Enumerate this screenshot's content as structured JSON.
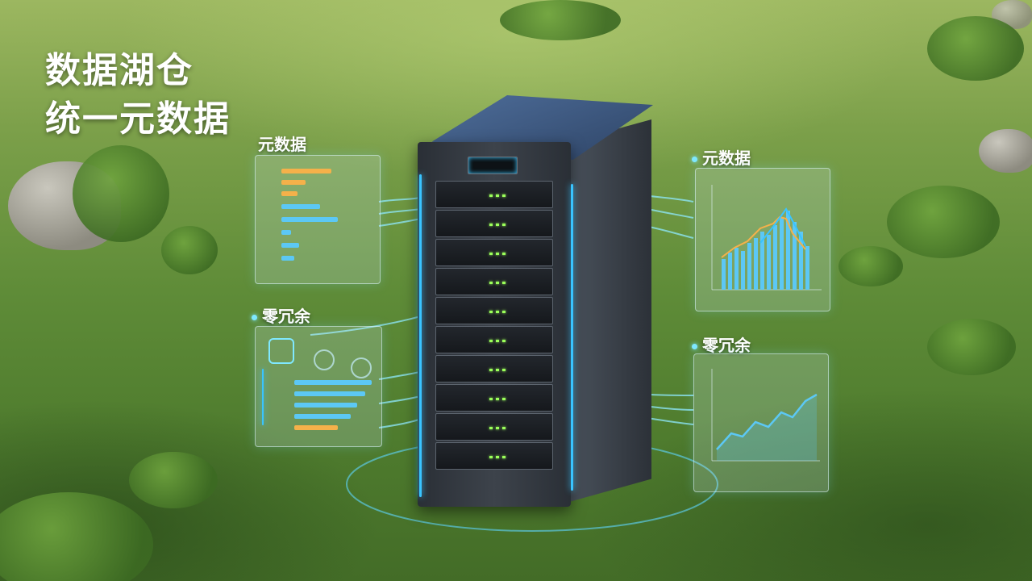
{
  "headline": {
    "line1": "数据湖仓",
    "line2": "统一元数据"
  },
  "panels": {
    "left_top_title": "元数据",
    "left_bottom_title": "零冗余",
    "right_top_title": "元数据",
    "right_bottom_title": "零冗余"
  },
  "colors": {
    "accent_cyan": "#39c4ff",
    "bar_orange": "#f5b14a",
    "bar_blue": "#5cc8f5",
    "led_green": "#9bff5a",
    "tower_top_blue": "#3d5a85"
  }
}
